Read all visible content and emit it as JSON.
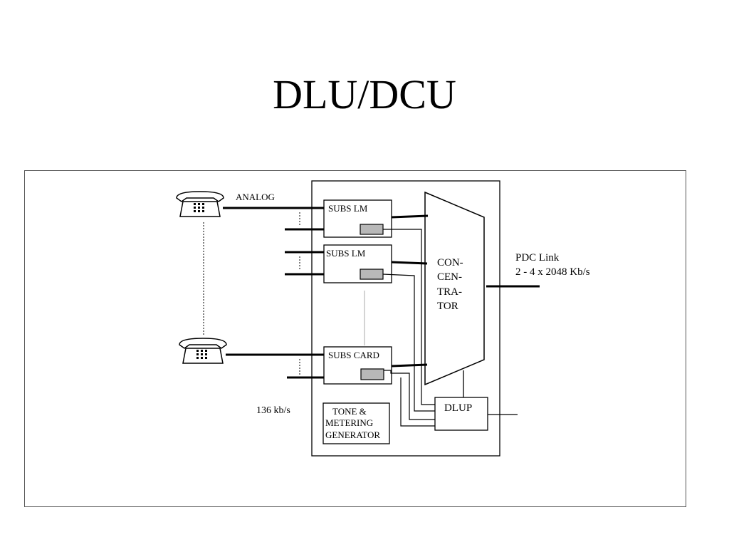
{
  "slide": {
    "title": "DLU/DCU"
  },
  "diagram": {
    "analog_label": "ANALOG",
    "rate_label": "136 kb/s",
    "blocks": {
      "subs_lm_1": "SUBS LM",
      "subs_lm_2": "SUBS LM",
      "subs_card": "SUBS CARD",
      "concentrator": [
        "CON-",
        "CEN-",
        "TRA-",
        "TOR"
      ],
      "dlup": "DLUP",
      "tone_metering": [
        "TONE &",
        "METERING",
        "GENERATOR"
      ]
    },
    "pdc_link": {
      "title": "PDC Link",
      "rate": "2 - 4 x 2048 Kb/s"
    },
    "colors": {
      "line": "#000000",
      "module_fill": "#b8b8b8",
      "frame_border": "#555555"
    },
    "icons": [
      "telephone-icon",
      "telephone-icon"
    ]
  }
}
